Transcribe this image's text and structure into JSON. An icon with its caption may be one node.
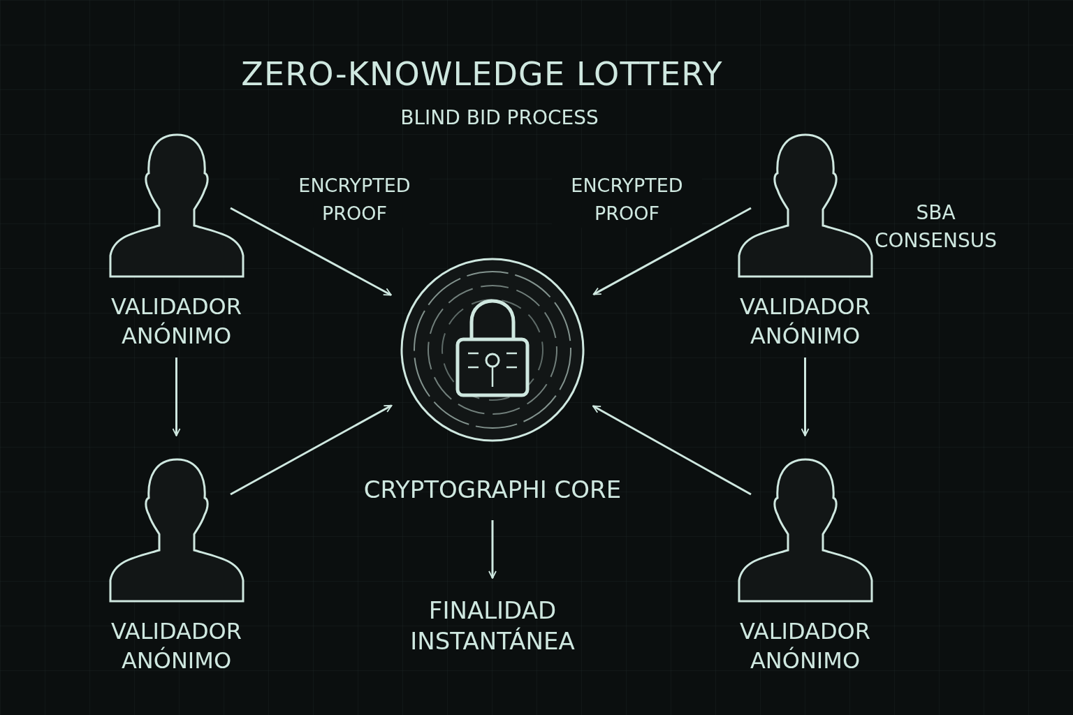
{
  "diagram": {
    "title": "ZERO-KNOWLEDGE LOTTERY",
    "nodes": [
      {
        "text": [
          "VALIDADOR ANÓNIMO"
        ]
      },
      {
        "text": [
          "VALIDADOR ANÓNIMO"
        ]
      },
      {
        "text": [
          "VALIDADOR ANÓNIMO"
        ],
        "beside": [
          "SBA CONSENSUS"
        ]
      },
      {
        "text": [
          "VALIDADOR ANÓNIMO"
        ]
      },
      {
        "text": [
          "CRYPTOGRAPHI CORE"
        ]
      },
      {
        "text": [
          "FINALIDAD INSTANTÁNEA"
        ]
      }
    ],
    "edges": [
      {
        "from": 0,
        "to": 4,
        "arrow": "to",
        "label": "ENCRYPTED PROOF"
      },
      {
        "from": 2,
        "to": 4,
        "arrow": "to",
        "label": "ENCRYPTED PROOF"
      },
      {
        "from": 1,
        "to": 4,
        "arrow": "to"
      },
      {
        "from": 3,
        "to": 4,
        "arrow": "to"
      },
      {
        "from": 0,
        "to": 1,
        "arrow": "to"
      },
      {
        "from": 2,
        "to": 3,
        "arrow": "to"
      },
      {
        "from": 4,
        "to": 5,
        "arrow": "to"
      }
    ],
    "labels": [
      "BLIND BID PROCESS"
    ]
  }
}
